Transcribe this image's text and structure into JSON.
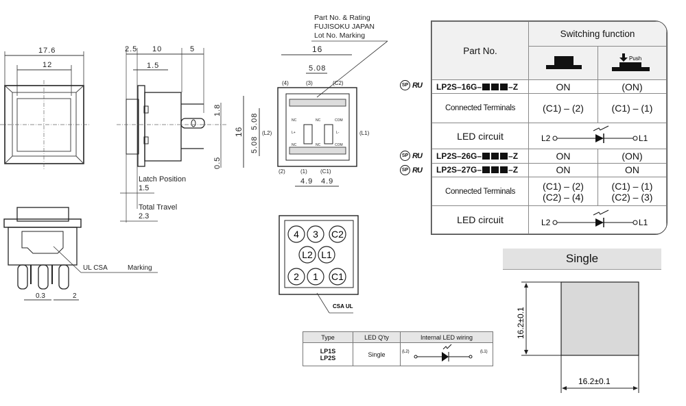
{
  "front_view": {
    "width_outer": "17.6",
    "width_inner": "12"
  },
  "side_view": {
    "dims_top": [
      "2.5",
      "10",
      "5"
    ],
    "dim_1_5": "1.5",
    "dim_1_8": "1.8",
    "dim_0_5": "0.5",
    "latch_label": "Latch Position",
    "latch_value": "1.5",
    "travel_label": "Total Travel",
    "travel_value": "2.3"
  },
  "rear_view": {
    "marking_lines": [
      "Part No. & Rating",
      "FUJISOKU JAPAN",
      "Lot No.  Marking"
    ],
    "width": "16",
    "pitch_top": "5.08",
    "height": "16",
    "pitch_v1": "5.08",
    "pitch_v2": "5.08",
    "top_terminals": [
      "(4)",
      "(3)",
      "(C2)"
    ],
    "bottom_terminals": [
      "(2)",
      "(1)",
      "(C1)"
    ],
    "side_terminals": [
      "(L2)",
      "(L1)"
    ],
    "bottom_pitch": [
      "4.9",
      "4.9"
    ],
    "inner_labels": [
      "NC",
      "NC",
      "COM",
      "L+",
      "L-",
      "NC",
      "NC",
      "COM"
    ]
  },
  "bottom_view": {
    "marking_label": "UL CSA",
    "marking_word": "Marking",
    "dim_a": "0.3",
    "dim_b": "2"
  },
  "pin_layout": {
    "pins": [
      "4",
      "3",
      "C2",
      "L2",
      "L1",
      "2",
      "1",
      "C1"
    ],
    "cert_label": "CSA UL"
  },
  "spec_table": {
    "header_part": "Part No.",
    "header_function": "Switching function",
    "push_label": "Push",
    "rows": [
      {
        "part_prefix": "LP2S–16G–",
        "part_suffix": "–Z",
        "off": "ON",
        "push": "(ON)"
      },
      {
        "label": "Connected Terminals",
        "off": "(C1) – (2)",
        "push": "(C1) – (1)"
      },
      {
        "label": "LED circuit",
        "left": "L2",
        "right": "L1"
      },
      {
        "part_prefix": "LP2S–26G–",
        "part_suffix": "–Z",
        "off": "ON",
        "push": "(ON)"
      },
      {
        "part_prefix": "LP2S–27G–",
        "part_suffix": "–Z",
        "off": "ON",
        "push": "ON"
      },
      {
        "label": "Connected Terminals",
        "off": "(C1) – (2)",
        "off2": "(C2) – (4)",
        "push": "(C1) – (1)",
        "push2": "(C2) – (3)"
      },
      {
        "label": "LED circuit",
        "left": "L2",
        "right": "L1"
      }
    ]
  },
  "led_table": {
    "headers": [
      "Type",
      "LED Q'ty",
      "Internal LED wiring"
    ],
    "types": [
      "LP1S",
      "LP2S"
    ],
    "qty": "Single",
    "left": "(L2)",
    "right": "(L1)"
  },
  "panel_cutout": {
    "title": "Single",
    "height": "16.2±0.1",
    "width": "16.2±0.1"
  }
}
